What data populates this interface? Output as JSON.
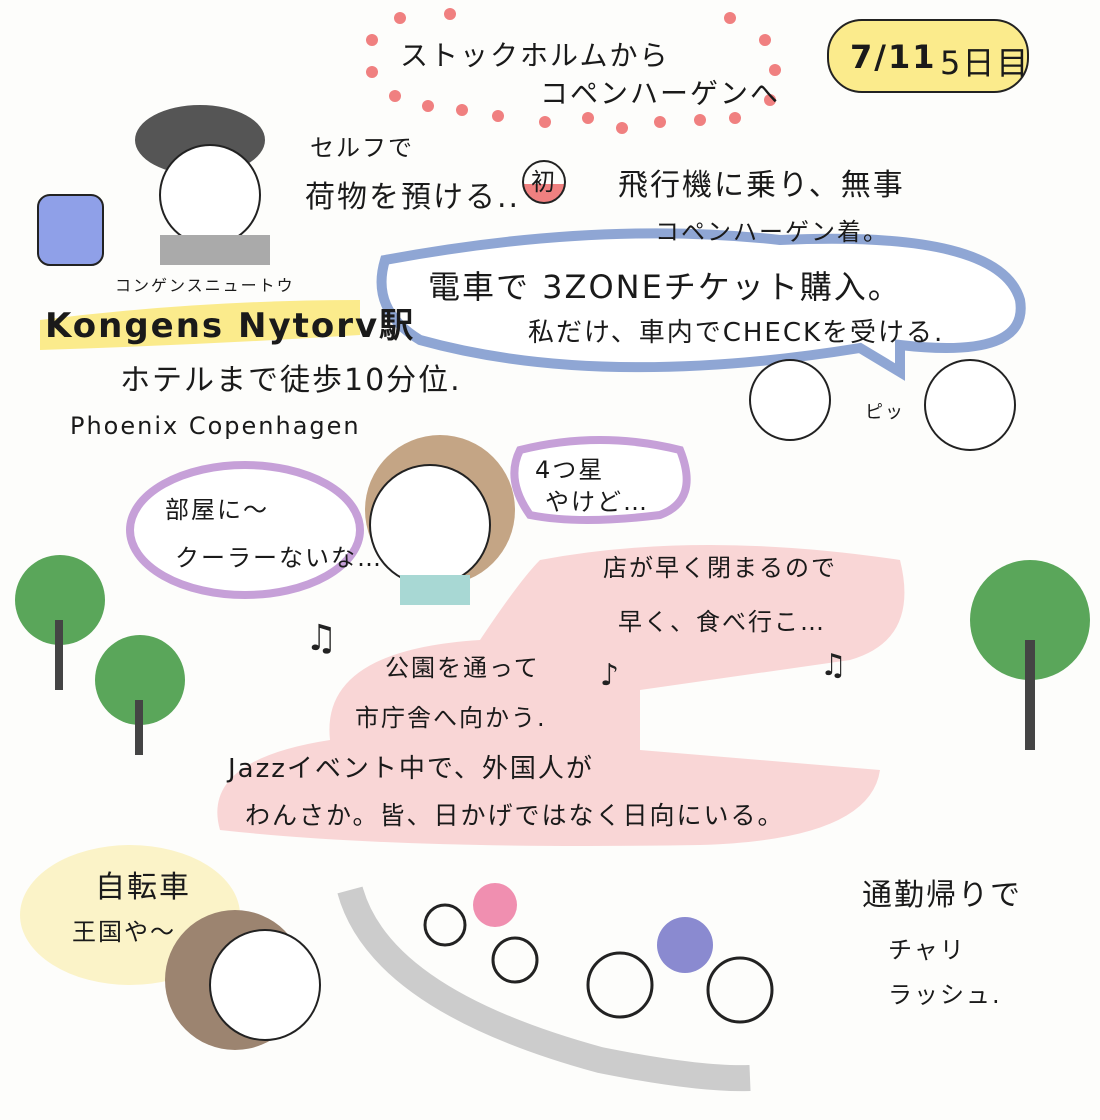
{
  "title": {
    "line1": "ストックホルムから",
    "line2": "コペンハーゲンへ"
  },
  "date": {
    "day": "7/11",
    "count": "5日目"
  },
  "luggage": {
    "line1": "セルフで",
    "line2": "荷物を預ける..",
    "badge": "初"
  },
  "flight": {
    "line1": "飛行機に乗り、無事",
    "line2": "コペンハーゲン着。"
  },
  "station": {
    "kana": "コンゲンスニュートウ",
    "name": "Kongens Nytorv駅",
    "walk": "ホテルまで徒歩10分位.",
    "hotel": "Phoenix Copenhagen"
  },
  "train_bubble": {
    "line1": "電車で 3ZONEチケット購入。",
    "line2": "私だけ、車内でCHECKを受ける."
  },
  "beep": "ピッ",
  "star_bubble": {
    "line1": "4つ星",
    "line2": "やけど…"
  },
  "room_bubble": {
    "line1": "部屋に〜",
    "line2": "クーラーないな…"
  },
  "shops": {
    "line1": "店が早く閉まるので",
    "line2": "早く、食べ行こ…"
  },
  "park": {
    "line1": "公園を通って",
    "line2": "市庁舎へ向かう."
  },
  "jazz": {
    "line1": "Jazzイベント中で、外国人が",
    "line2": "わんさか。皆、日かげではなく日向にいる。"
  },
  "bike_bubble": {
    "line1": "自転車",
    "line2": "王国や〜"
  },
  "commute": {
    "line1": "通勤帰りで",
    "line2": "チャリ",
    "line3": "ラッシュ."
  },
  "colors": {
    "dots": "#f08080",
    "yellow": "#fbeb8c",
    "blue": "#8fa6d4",
    "purple": "#c6a0d8",
    "pink": "#f9d6d6",
    "tree": "#5aa65a"
  }
}
